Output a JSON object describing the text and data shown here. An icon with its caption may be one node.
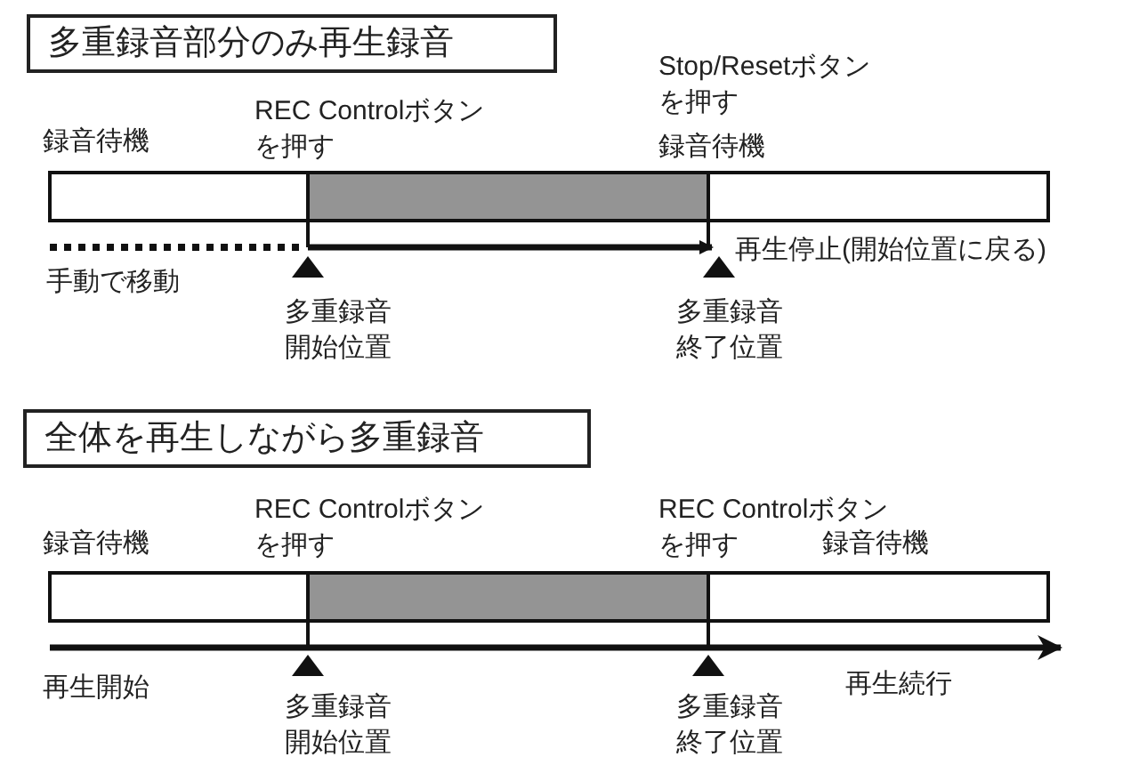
{
  "diagram": {
    "nodes": [
      {
        "text": [
          "多重録音部分のみ再生録音"
        ]
      },
      {
        "text": [
          "全体を再生しながら多重録音"
        ]
      }
    ],
    "labels": [
      "録音待機",
      "REC Controlボタンを押す",
      "Stop/Resetボタンを押す",
      "録音待機",
      "再生停止(開始位置に戻る)",
      "手動で移動",
      "多重録音開始位置",
      "多重録音終了位置",
      "REC Controlボタンを押す",
      "REC Controlボタンを押す",
      "録音待機",
      "録音待機",
      "再生開始",
      "再生続行",
      "多重録音開始位置",
      "多重録音終了位置"
    ]
  }
}
